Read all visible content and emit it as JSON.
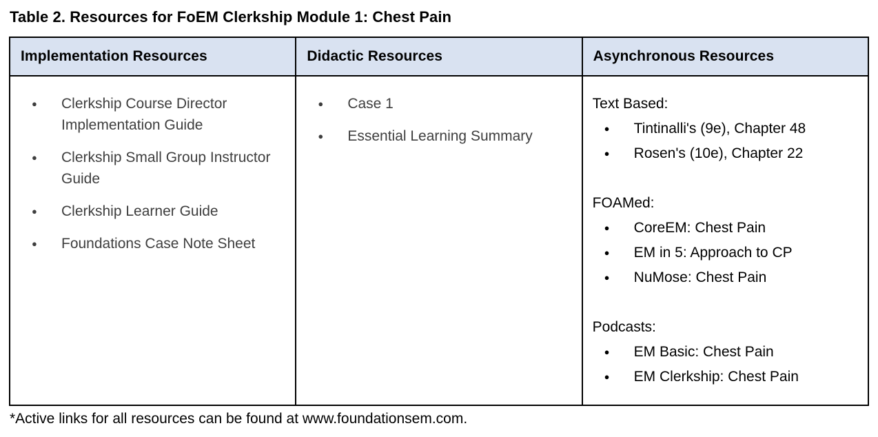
{
  "title": "Table 2. Resources for FoEM Clerkship Module 1: Chest Pain",
  "footnote": "*Active links for all resources can be found at www.foundationsem.com.",
  "colors": {
    "header_bg": "#d9e2f1",
    "border": "#000000",
    "list_text": "#3e3e3e",
    "async_text": "#000000"
  },
  "table": {
    "columns": [
      {
        "header": "Implementation Resources",
        "bullets": [
          "Clerkship Course Director Implementation Guide",
          "Clerkship Small Group Instructor Guide",
          "Clerkship Learner Guide",
          "Foundations Case Note Sheet"
        ]
      },
      {
        "header": "Didactic Resources",
        "bullets": [
          "Case 1",
          "Essential Learning Summary"
        ]
      },
      {
        "header": "Asynchronous Resources",
        "groups": [
          {
            "label": "Text Based:",
            "bullets": [
              "Tintinalli's (9e), Chapter 48",
              "Rosen's (10e), Chapter 22"
            ]
          },
          {
            "label": "FOAMed:",
            "bullets": [
              "CoreEM: Chest Pain",
              "EM in 5: Approach to CP",
              "NuMose: Chest Pain"
            ]
          },
          {
            "label": "Podcasts:",
            "bullets": [
              "EM Basic: Chest Pain",
              "EM Clerkship: Chest Pain"
            ]
          }
        ]
      }
    ]
  }
}
